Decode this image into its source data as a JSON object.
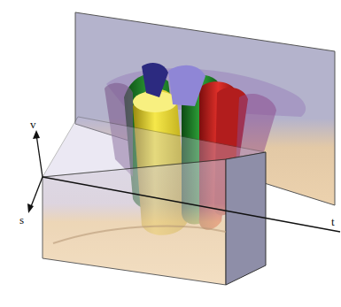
{
  "diagram": {
    "labels": [
      "v",
      "s",
      "t"
    ]
  }
}
